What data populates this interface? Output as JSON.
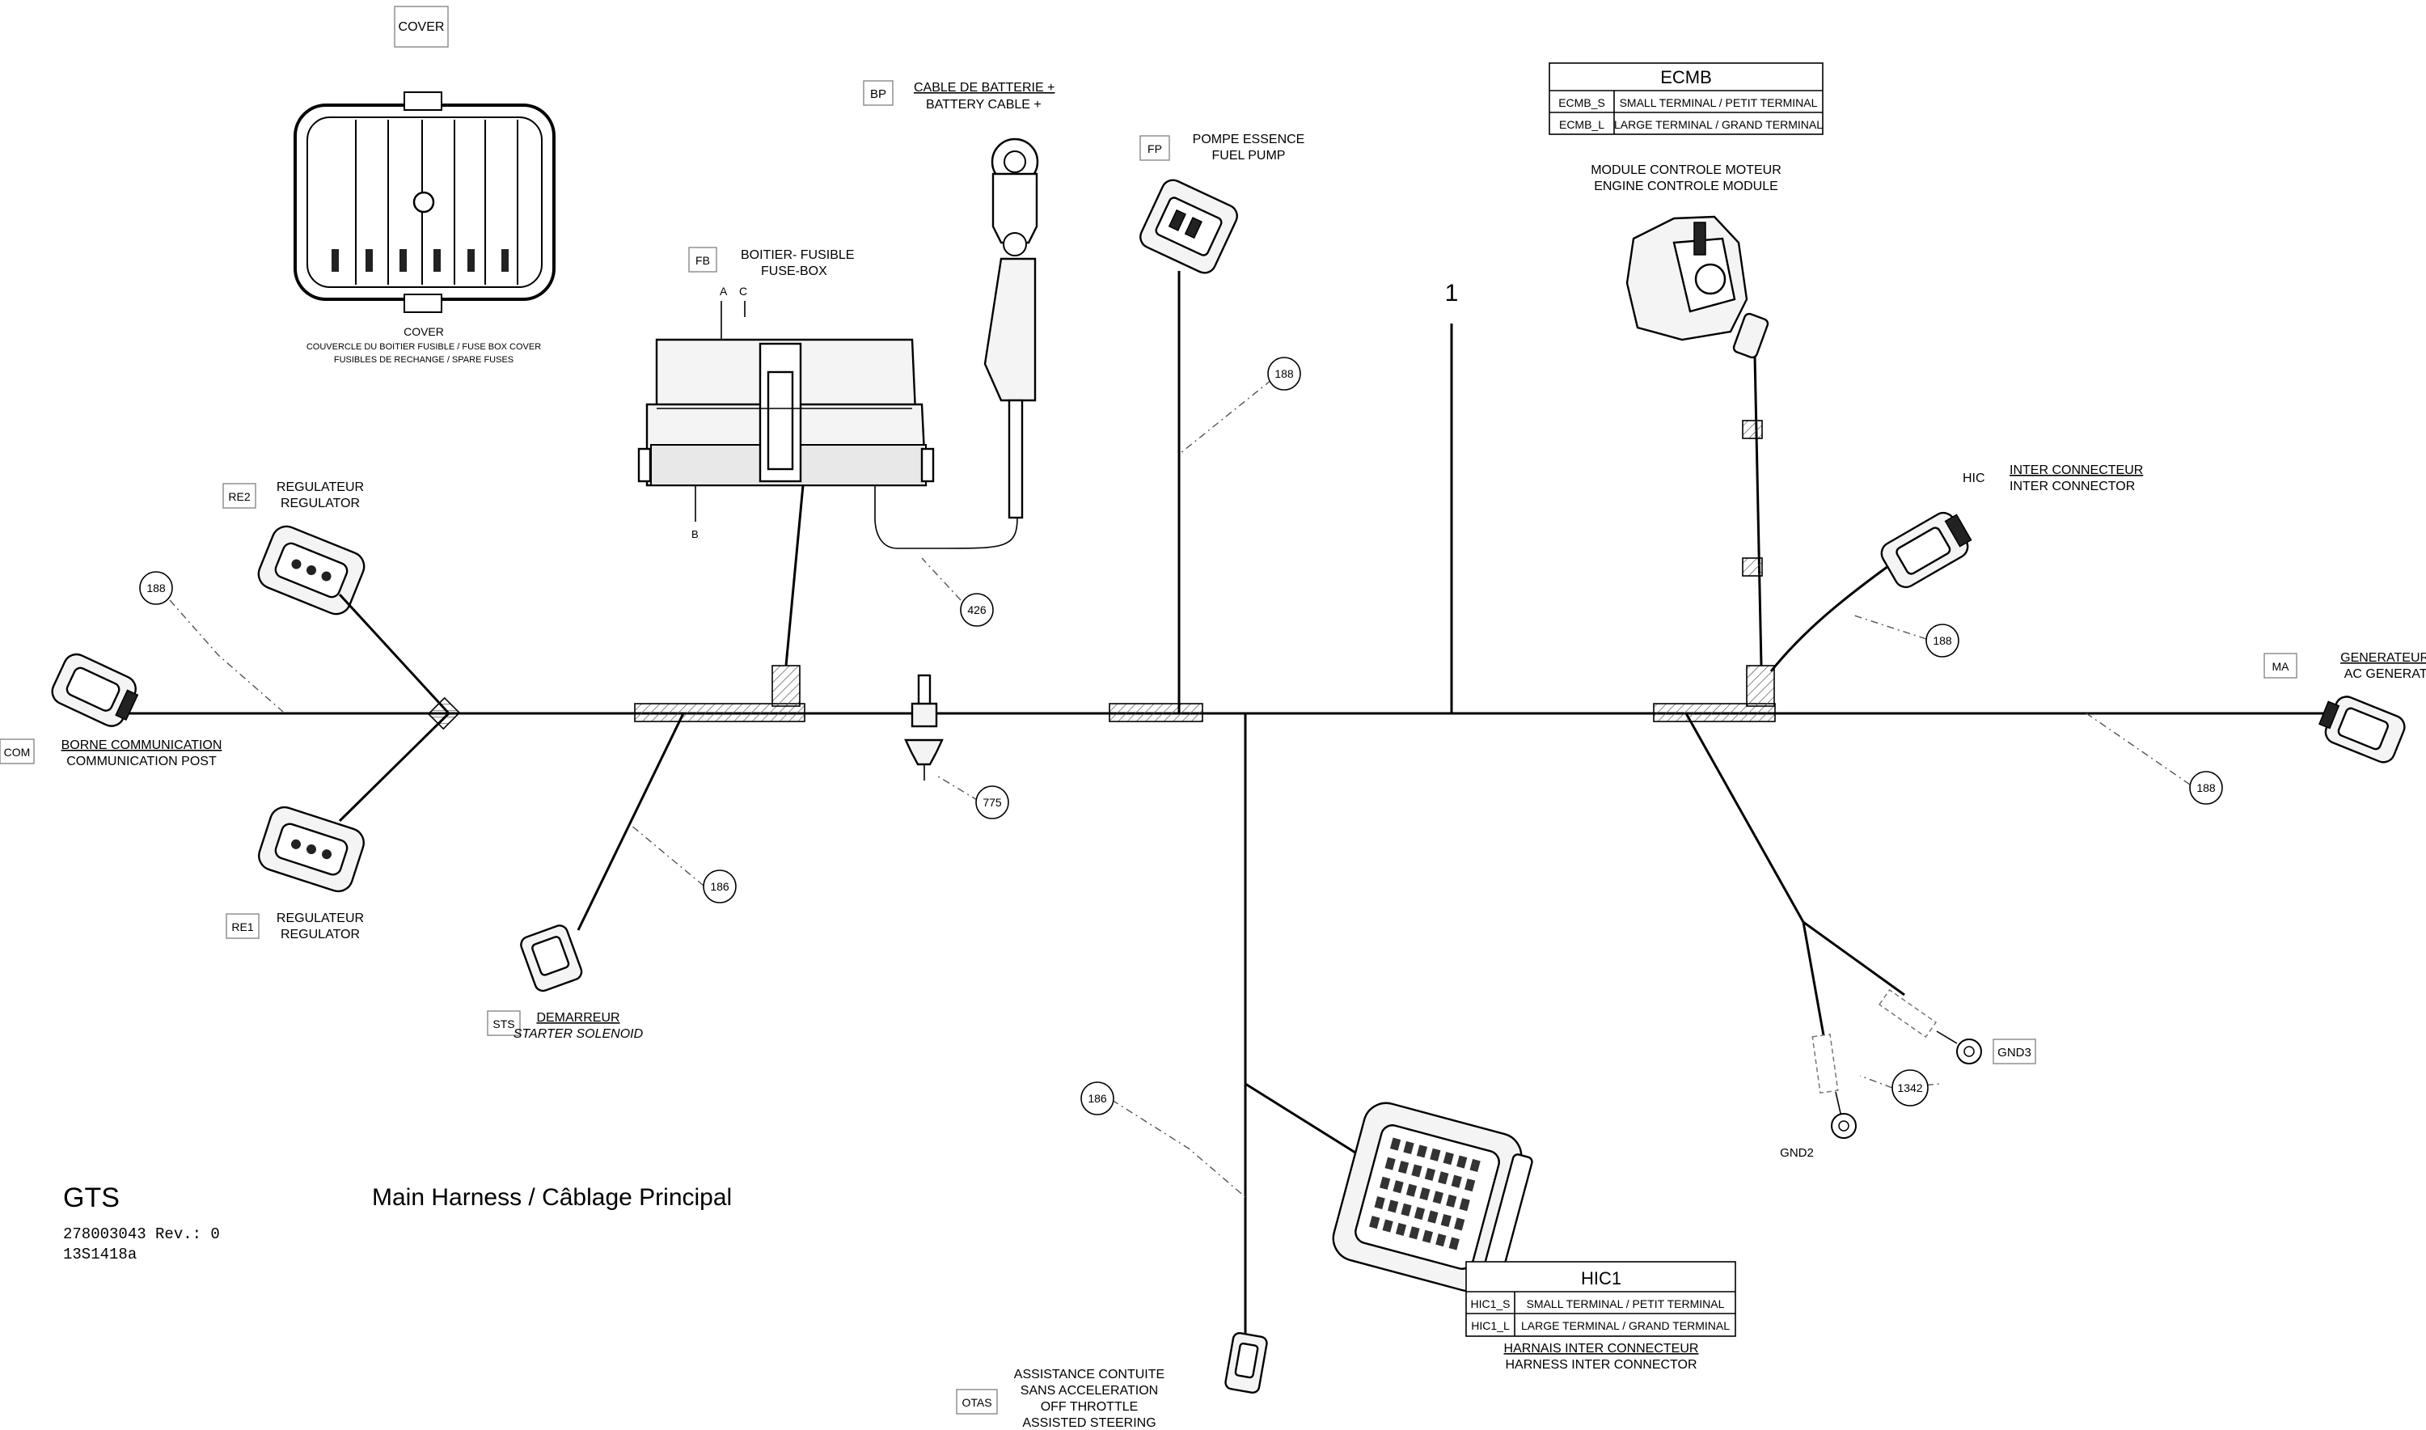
{
  "title": "GTS",
  "subtitle": "Main Harness / Câblage Principal",
  "part_number": "278003043 Rev.: 0",
  "drawing_code": "13S1418a",
  "harness_number": "1",
  "cover": {
    "tag": "COVER",
    "caption": [
      "COVER",
      "COUVERCLE DU BOITIER FUSIBLE / FUSE BOX COVER",
      "FUSIBLES DE RECHANGE / SPARE FUSES"
    ]
  },
  "battery_cable": {
    "tag": "BP",
    "label_fr": "CABLE DE BATTERIE +",
    "label_en": "BATTERY CABLE +"
  },
  "fuse_box": {
    "tag": "FB",
    "label_fr": "BOITIER- FUSIBLE",
    "label_en": "FUSE-BOX",
    "points": [
      "A",
      "C",
      "B"
    ]
  },
  "fuel_pump": {
    "tag": "FP",
    "label_fr": "POMPE ESSENCE",
    "label_en": "FUEL PUMP"
  },
  "ecm": {
    "table_title": "ECMB",
    "rows": [
      {
        "code": "ECMB_S",
        "desc": "SMALL TERMINAL / PETIT TERMINAL"
      },
      {
        "code": "ECMB_L",
        "desc": "LARGE TERMINAL / GRAND TERMINAL"
      }
    ],
    "label_fr": "MODULE CONTROLE MOTEUR",
    "label_en": "ENGINE CONTROLE MODULE"
  },
  "inter_connector": {
    "tag": "HIC",
    "label_fr": "INTER CONNECTEUR",
    "label_en": "INTER CONNECTOR"
  },
  "ac_generator": {
    "tag": "MA",
    "label_fr": "GENERATEUR AC",
    "label_en": "AC GENERATOR"
  },
  "regulator_2": {
    "tag": "RE2",
    "label_fr": "REGULATEUR",
    "label_en": "REGULATOR"
  },
  "regulator_1": {
    "tag": "RE1",
    "label_fr": "REGULATEUR",
    "label_en": "REGULATOR"
  },
  "communication": {
    "tag": "COM",
    "label_fr": "BORNE COMMUNICATION",
    "label_en": "COMMUNICATION POST"
  },
  "starter": {
    "tag": "STS",
    "label_fr": "DEMARREUR",
    "label_en": "STARTER SOLENOID"
  },
  "otas": {
    "tag": "OTAS",
    "lines": [
      "ASSISTANCE CONTUITE",
      "SANS ACCELERATION",
      "OFF THROTTLE",
      "ASSISTED STEERING"
    ]
  },
  "hic1": {
    "table_title": "HIC1",
    "rows": [
      {
        "code": "HIC1_S",
        "desc": "SMALL TERMINAL / PETIT TERMINAL"
      },
      {
        "code": "HIC1_L",
        "desc": "LARGE TERMINAL / GRAND TERMINAL"
      }
    ],
    "label_fr": "HARNAIS INTER CONNECTEUR",
    "label_en": "HARNESS INTER CONNECTOR"
  },
  "grounds": [
    "GND3",
    "GND2"
  ],
  "callouts": {
    "reg_com": "188",
    "fuel_pump": "188",
    "battery": "426",
    "sensor": "775",
    "starter": "186",
    "inter_conn": "188",
    "ac_gen": "188",
    "otas": "186",
    "ground": "1342"
  }
}
